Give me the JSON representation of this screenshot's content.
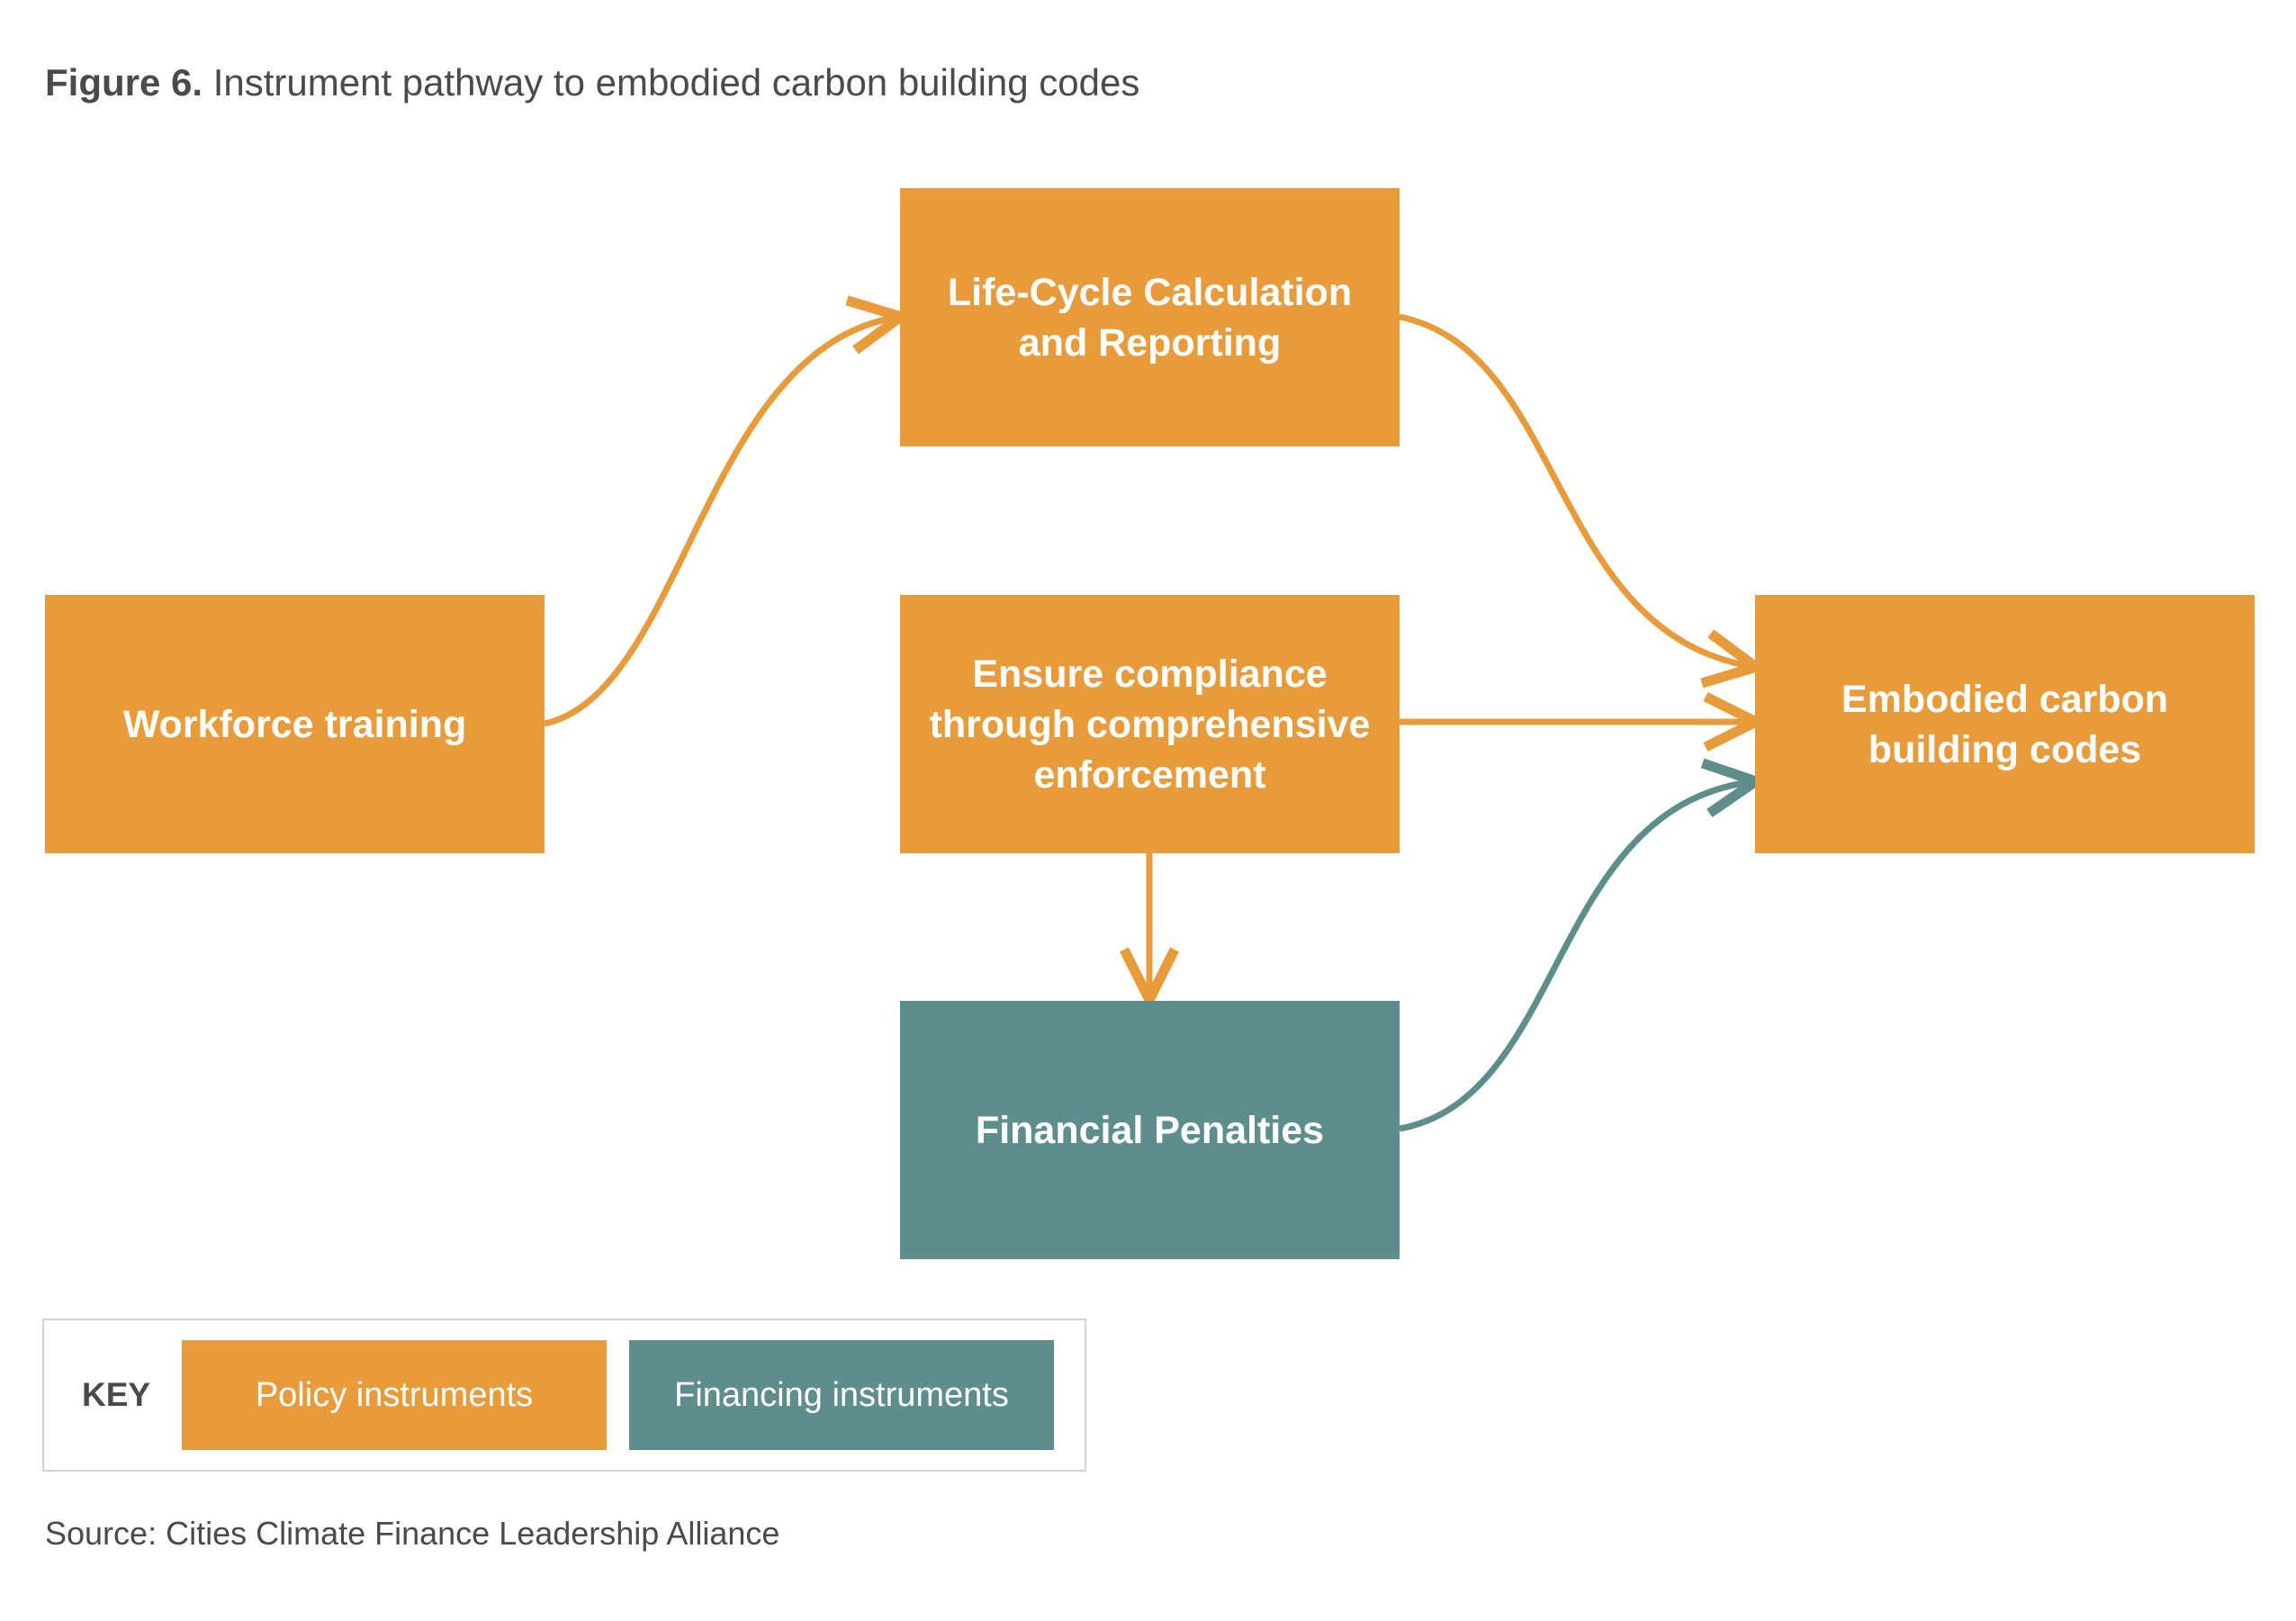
{
  "figure": {
    "label": "Figure 6.",
    "title": "Instrument pathway to embodied carbon building codes"
  },
  "colors": {
    "policy": "#e89b3b",
    "financing": "#5e8e8b",
    "text": "#4a4a4a"
  },
  "nodes": {
    "lifecycle": {
      "text": "Life-Cycle Calculation and Reporting",
      "category": "policy"
    },
    "workforce": {
      "text": "Workforce training",
      "category": "policy"
    },
    "compliance": {
      "text": "Ensure compliance through comprehensive enforcement",
      "category": "policy"
    },
    "embodied": {
      "text": "Embodied carbon building codes",
      "category": "policy"
    },
    "penalties": {
      "text": "Financial Penalties",
      "category": "financing"
    }
  },
  "edges": [
    {
      "from": "workforce",
      "to": "lifecycle",
      "category": "policy"
    },
    {
      "from": "lifecycle",
      "to": "embodied",
      "category": "policy"
    },
    {
      "from": "compliance",
      "to": "embodied",
      "category": "policy"
    },
    {
      "from": "compliance",
      "to": "penalties",
      "category": "policy"
    },
    {
      "from": "penalties",
      "to": "embodied",
      "category": "financing"
    }
  ],
  "key": {
    "label": "KEY",
    "policy": "Policy instruments",
    "financing": "Financing instruments"
  },
  "source": "Source: Cities Climate Finance Leadership Alliance"
}
